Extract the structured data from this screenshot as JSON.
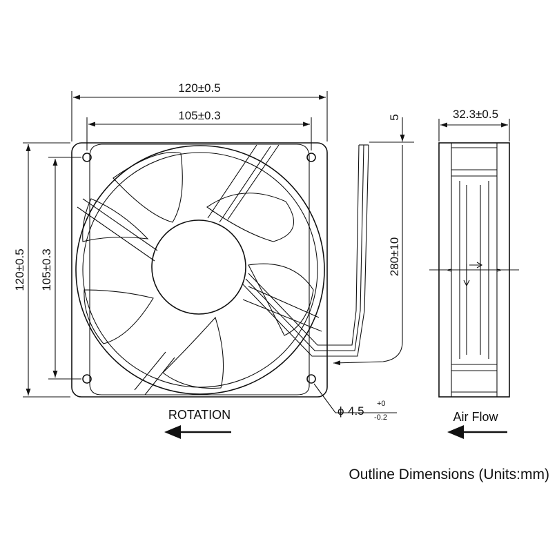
{
  "front_view": {
    "outer_width": "120±0.5",
    "hole_spacing_width": "105±0.3",
    "outer_height": "120±0.5",
    "hole_spacing_height": "105±0.3",
    "hole_diameter_symbol": "ϕ",
    "hole_diameter": "4.5",
    "hole_tol_plus": "+0",
    "hole_tol_minus": "-0.2",
    "lead_length": "280±10",
    "lead_offset": "5",
    "rotation_label": "ROTATION"
  },
  "side_view": {
    "depth": "32.3±0.5",
    "airflow_label": "Air Flow"
  },
  "caption": "Outline Dimensions (Units:mm)"
}
